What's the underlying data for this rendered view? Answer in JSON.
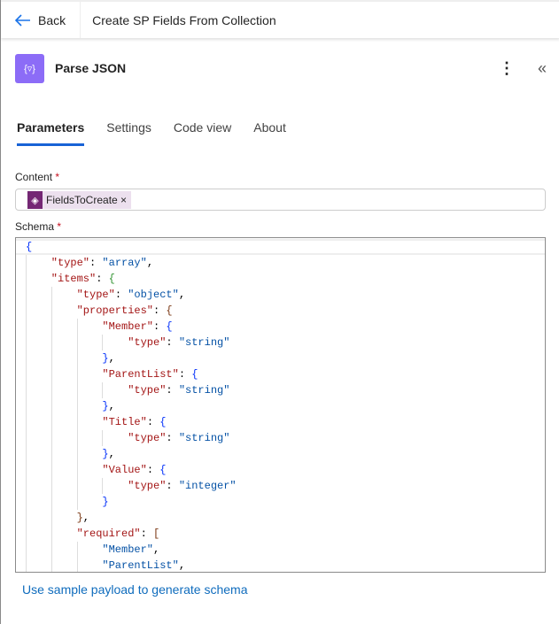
{
  "topbar": {
    "back_label": "Back",
    "flow_name": "Create SP Fields From Collection"
  },
  "action": {
    "title": "Parse JSON",
    "icon": "parse-json-icon",
    "accent": "#8c6cf7"
  },
  "tabs": [
    {
      "label": "Parameters",
      "active": true
    },
    {
      "label": "Settings"
    },
    {
      "label": "Code view"
    },
    {
      "label": "About"
    }
  ],
  "content": {
    "label": "Content",
    "required": "*",
    "token": "FieldsToCreate",
    "token_remove": "×",
    "token_color": "#742774"
  },
  "schema": {
    "label": "Schema",
    "required": "*",
    "lines": [
      [
        0,
        [
          [
            "{",
            "b1"
          ]
        ]
      ],
      [
        1,
        [
          [
            "\"type\"",
            "key"
          ],
          [
            ": ",
            "punc"
          ],
          [
            "\"array\"",
            "str"
          ],
          [
            ",",
            "punc"
          ]
        ]
      ],
      [
        1,
        [
          [
            "\"items\"",
            "key"
          ],
          [
            ": ",
            "punc"
          ],
          [
            "{",
            "b2"
          ]
        ]
      ],
      [
        2,
        [
          [
            "\"type\"",
            "key"
          ],
          [
            ": ",
            "punc"
          ],
          [
            "\"object\"",
            "str"
          ],
          [
            ",",
            "punc"
          ]
        ]
      ],
      [
        2,
        [
          [
            "\"properties\"",
            "key"
          ],
          [
            ": ",
            "punc"
          ],
          [
            "{",
            "b3"
          ]
        ]
      ],
      [
        3,
        [
          [
            "\"Member\"",
            "key"
          ],
          [
            ": ",
            "punc"
          ],
          [
            "{",
            "b1"
          ]
        ]
      ],
      [
        4,
        [
          [
            "\"type\"",
            "key"
          ],
          [
            ": ",
            "punc"
          ],
          [
            "\"string\"",
            "str"
          ]
        ]
      ],
      [
        3,
        [
          [
            "}",
            "b1"
          ],
          [
            ",",
            "punc"
          ]
        ]
      ],
      [
        3,
        [
          [
            "\"ParentList\"",
            "key"
          ],
          [
            ": ",
            "punc"
          ],
          [
            "{",
            "b1"
          ]
        ]
      ],
      [
        4,
        [
          [
            "\"type\"",
            "key"
          ],
          [
            ": ",
            "punc"
          ],
          [
            "\"string\"",
            "str"
          ]
        ]
      ],
      [
        3,
        [
          [
            "}",
            "b1"
          ],
          [
            ",",
            "punc"
          ]
        ]
      ],
      [
        3,
        [
          [
            "\"Title\"",
            "key"
          ],
          [
            ": ",
            "punc"
          ],
          [
            "{",
            "b1"
          ]
        ]
      ],
      [
        4,
        [
          [
            "\"type\"",
            "key"
          ],
          [
            ": ",
            "punc"
          ],
          [
            "\"string\"",
            "str"
          ]
        ]
      ],
      [
        3,
        [
          [
            "}",
            "b1"
          ],
          [
            ",",
            "punc"
          ]
        ]
      ],
      [
        3,
        [
          [
            "\"Value\"",
            "key"
          ],
          [
            ": ",
            "punc"
          ],
          [
            "{",
            "b1"
          ]
        ]
      ],
      [
        4,
        [
          [
            "\"type\"",
            "key"
          ],
          [
            ": ",
            "punc"
          ],
          [
            "\"integer\"",
            "str"
          ]
        ]
      ],
      [
        3,
        [
          [
            "}",
            "b1"
          ]
        ]
      ],
      [
        2,
        [
          [
            "}",
            "b3"
          ],
          [
            ",",
            "punc"
          ]
        ]
      ],
      [
        2,
        [
          [
            "\"required\"",
            "key"
          ],
          [
            ": ",
            "punc"
          ],
          [
            "[",
            "b3"
          ]
        ]
      ],
      [
        3,
        [
          [
            "\"Member\"",
            "str"
          ],
          [
            ",",
            "punc"
          ]
        ]
      ],
      [
        3,
        [
          [
            "\"ParentList\"",
            "str"
          ],
          [
            ",",
            "punc"
          ]
        ]
      ]
    ]
  },
  "sample_link": "Use sample payload to generate schema"
}
